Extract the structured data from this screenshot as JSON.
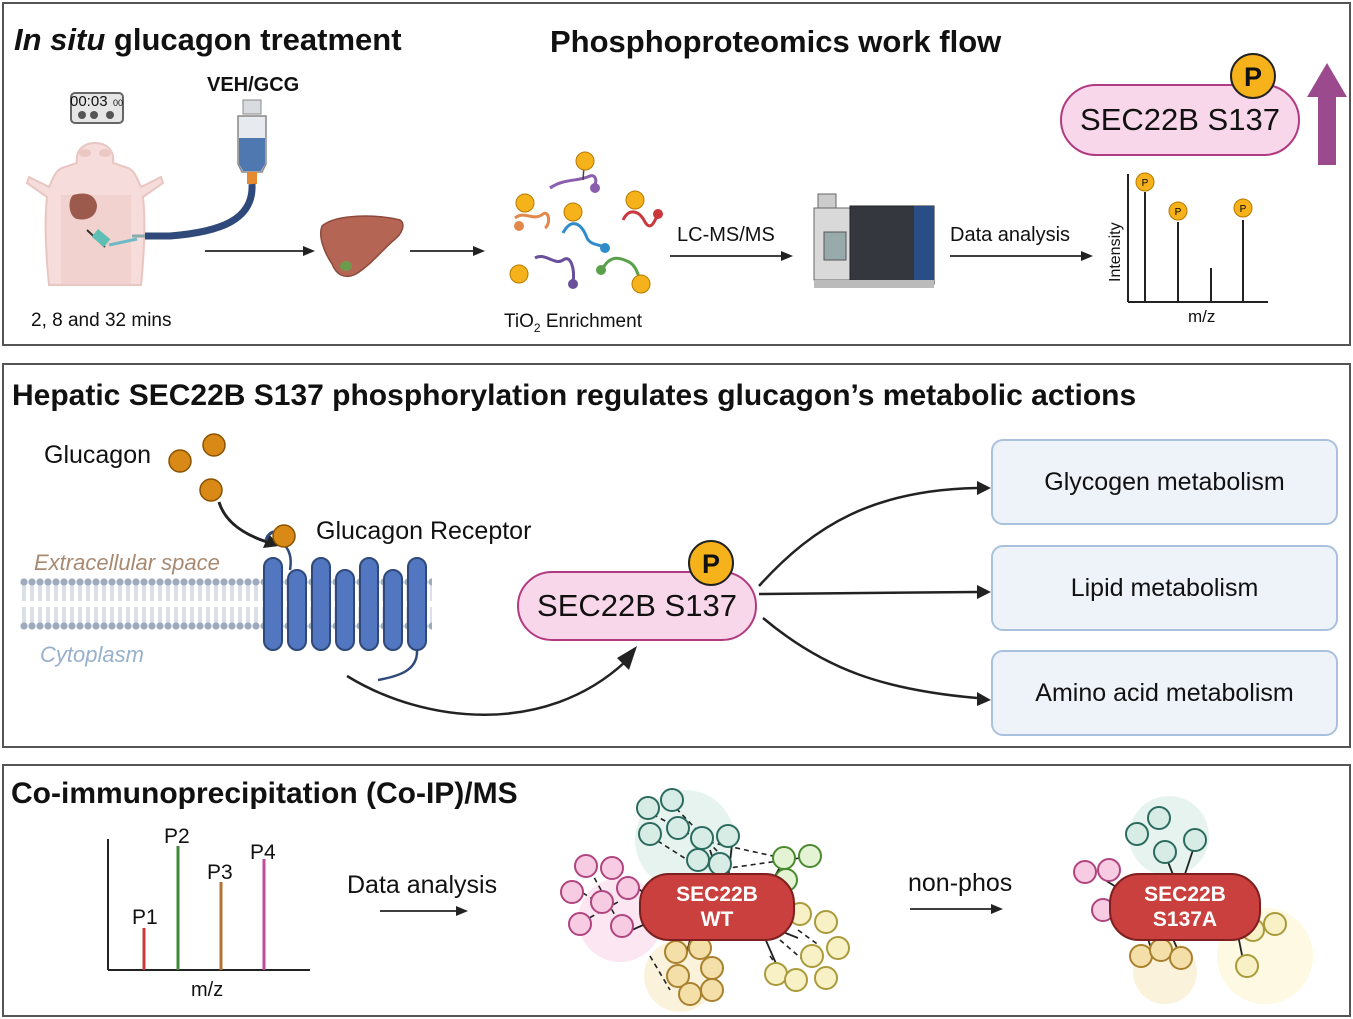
{
  "panel1": {
    "title_italic": "In situ",
    "title_rest": " glucagon treatment",
    "workflow_title": "Phosphoproteomics work flow",
    "timer": "00:03",
    "timer_small": "00",
    "infusion_label": "VEH/GCG",
    "times_label": "2, 8 and 32 mins",
    "enrichment_pre": "TiO",
    "enrichment_sub": "2",
    "enrichment_post": " Enrichment",
    "lcms_label": "LC-MS/MS",
    "data_analysis_label": "Data analysis",
    "site_label": "SEC22B S137",
    "phospho_letter": "P",
    "spectrum_ylabel": "Intensity",
    "spectrum_xlabel": "m/z"
  },
  "panel2": {
    "title": "Hepatic SEC22B S137 phosphorylation regulates glucagon’s metabolic actions",
    "glucagon_label": "Glucagon",
    "receptor_label": "Glucagon Receptor",
    "extracellular_label": "Extracellular space",
    "cytoplasm_label": "Cytoplasm",
    "site_label": "SEC22B S137",
    "phospho_letter": "P",
    "outcomes": [
      "Glycogen metabolism",
      "Lipid metabolism",
      "Amino acid metabolism"
    ]
  },
  "panel3": {
    "title": "Co-immunoprecipitation (Co-IP)/MS",
    "peaks": [
      "P1",
      "P2",
      "P3",
      "P4"
    ],
    "xlabel": "m/z",
    "data_analysis_label": "Data analysis",
    "nonphos_label": "non-phos",
    "wt_line1": "SEC22B",
    "wt_line2": "WT",
    "mut_line1": "SEC22B",
    "mut_line2": "S137A"
  },
  "colors": {
    "border": "#555555",
    "pill_fill": "#f9d7ea",
    "pill_stroke": "#b23a82",
    "phospho_orange": "#f5b21b",
    "outcome_fill": "#eef3fa",
    "outcome_stroke": "#aac1dd",
    "receptor_blue": "#5277c0",
    "bait_red": "#c9403e",
    "arrow_purple": "#9b4a8d"
  }
}
